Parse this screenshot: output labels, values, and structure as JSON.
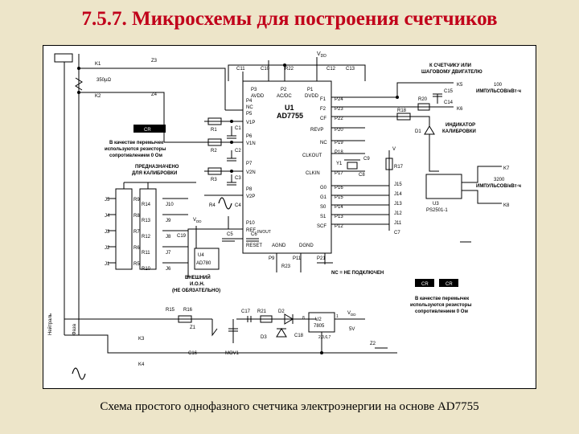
{
  "title": "7.5.7. Микросхемы для построения счетчиков",
  "caption": "Схема простого однофазного счетчика электроэнергии на основе AD7755",
  "colors": {
    "background": "#ede5c9",
    "title": "#c1001a",
    "diagram_bg": "#ffffff",
    "ink": "#000000"
  },
  "diagram": {
    "ic": {
      "ref": "U1",
      "part": "AD7755"
    },
    "ic_pins_top": [
      "P3",
      "AVDD",
      "P2",
      "AC/DC",
      "P1",
      "DVDD"
    ],
    "ic_pins_left": [
      "P4",
      "NC",
      "P5",
      "V1P",
      "P6",
      "V1N",
      "P7",
      "V2N",
      "P8",
      "V2P",
      "P10",
      "REF",
      "IN/OUT"
    ],
    "ic_pins_bottom": [
      "RESET",
      "AGND",
      "DGND",
      "P9",
      "P11",
      "P21"
    ],
    "ic_pins_right": [
      "F1",
      "P24",
      "F2",
      "P23",
      "CF",
      "P22",
      "REVP",
      "P20",
      "NC",
      "P19",
      "CLKOUT",
      "P18",
      "CLKIN",
      "P17",
      "G0",
      "P16",
      "G1",
      "P15",
      "S0",
      "P14",
      "S1",
      "P13",
      "SCF",
      "P12"
    ],
    "vdd": "V",
    "vdd_sub": "DD",
    "top_labels": [
      "K1",
      "Z3",
      "350µΩ",
      "K2",
      "Z4",
      "C11",
      "C10",
      "R22",
      "C12",
      "C13"
    ],
    "mid_labels": [
      "R1",
      "C1",
      "R2",
      "C2",
      "R3",
      "C3",
      "R4",
      "C4",
      "C5",
      "C6",
      "C19",
      "R23"
    ],
    "ref_block": {
      "vdd": "V",
      "vdd_sub": "DD",
      "ref": "U4",
      "part": "AD780",
      "note_lines": [
        "ВНЕШНИЙ",
        "И.О.Н.",
        "(НЕ ОБЯЗАТЕЛЬНО)"
      ]
    },
    "jumper_note_left": [
      "В качестве перемычек",
      "используются резисторы",
      "сопротивлением 0 Ом"
    ],
    "calib_note": [
      "ПРЕДНАЗНАЧЕНО",
      "ДЛЯ КАЛИБРОВКИ"
    ],
    "jumpers_left": [
      "J5",
      "J4",
      "J3",
      "J2",
      "J1"
    ],
    "resistors_left": [
      "R9",
      "R8",
      "R7",
      "R6",
      "R5"
    ],
    "resistors_mid": [
      "R14",
      "R13",
      "R12",
      "R11",
      "R10"
    ],
    "jumpers_mid": [
      "J10",
      "J9",
      "J8",
      "J7",
      "J6"
    ],
    "jumper_token": "CR",
    "motor_label": [
      "К СЧЕТЧИКУ ИЛИ",
      "ШАГОВОМУ ДВИГАТЕЛЮ"
    ],
    "output_labels": [
      "K5",
      "K6",
      "R20",
      "C15",
      "C14",
      "R18",
      "D1"
    ],
    "impulses_100": [
      "100",
      "ИМПУЛЬСОВ/кВт·ч"
    ],
    "led_label": [
      "ИНДИКАТОР",
      "КАЛИБРОВКИ"
    ],
    "crystal_labels": [
      "Y1",
      "C9",
      "C8"
    ],
    "right_jumpers": [
      "J15",
      "J14",
      "J13",
      "J12",
      "J11"
    ],
    "right_other": [
      "R17",
      "C7"
    ],
    "vdd_right": "V",
    "opto": {
      "ref": "U3",
      "part": "PS2501-1",
      "k7": "K7",
      "k8": "K8",
      "impulses": [
        "3200",
        "ИМПУЛЬСОВ/кВт·ч"
      ]
    },
    "nc_note": "NC = НЕ ПОДКЛЮЧЕН",
    "jumper_note_right": [
      "В качестве перемычек",
      "используются резисторы",
      "сопротивлением 0 Ом"
    ],
    "vertical_labels": [
      "Нейтраль",
      "Фаза"
    ],
    "psu_labels": [
      "R15",
      "R16",
      "K3",
      "Z1",
      "C16",
      "MOV1",
      "C17",
      "R21",
      "D2",
      "D3",
      "C18",
      "K4",
      "Z2"
    ],
    "regulator": {
      "ref": "U2",
      "part": "7805",
      "pin8": "8",
      "pin1": "1",
      "pins": "2,3,6,7",
      "vdd": "V",
      "vdd_sub": "DD",
      "voltage": "5V"
    }
  }
}
